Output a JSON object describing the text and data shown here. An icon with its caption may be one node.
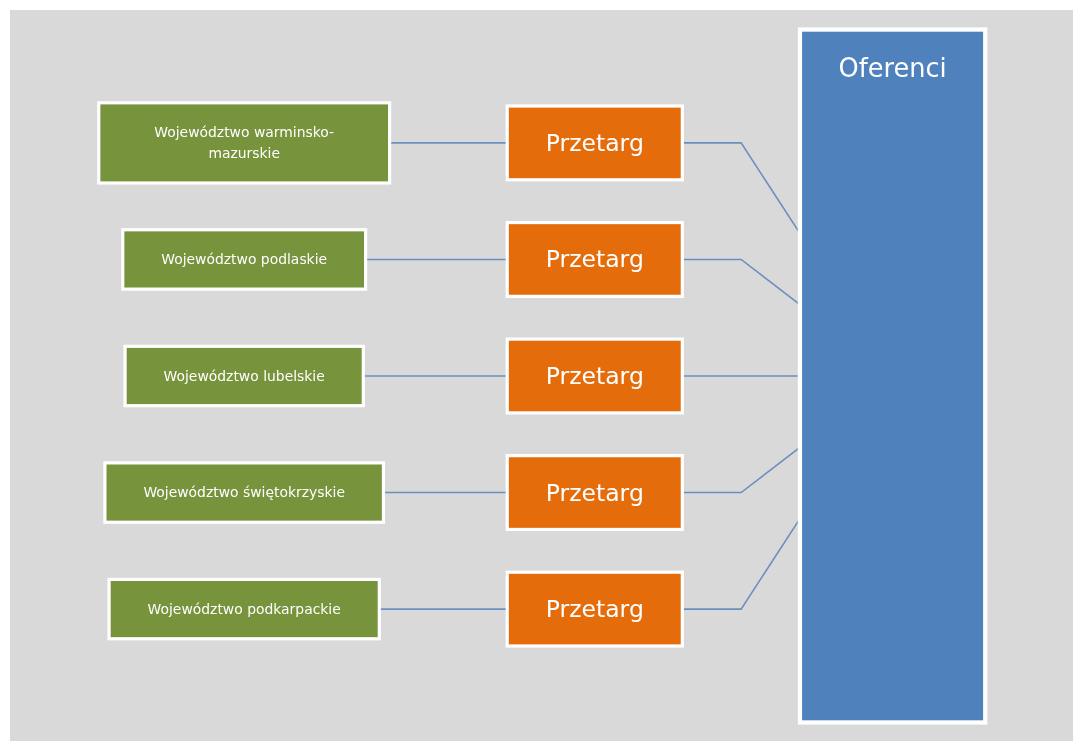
{
  "diagram": {
    "nodes": [
      {
        "text": [
          "Województwo warminsko-mazurskie"
        ]
      },
      {
        "text": [
          "Przetarg"
        ]
      },
      {
        "text": [
          "Oferenci"
        ]
      },
      {
        "text": [
          "Województwo podlaskie"
        ]
      },
      {
        "text": [
          "Przetarg"
        ]
      },
      {
        "text": [
          "Województwo lubelskie"
        ]
      },
      {
        "text": [
          "Przetarg"
        ]
      },
      {
        "text": [
          "Województwo świętokrzyskie"
        ]
      },
      {
        "text": [
          "Przetarg"
        ]
      },
      {
        "text": [
          "Województwo podkarpackie"
        ]
      },
      {
        "text": [
          "Przetarg"
        ]
      }
    ],
    "edges": [
      {
        "from": 0,
        "to": 1,
        "arrow": "none"
      },
      {
        "from": 1,
        "to": 2,
        "arrow": "none"
      },
      {
        "from": 3,
        "to": 4,
        "arrow": "none"
      },
      {
        "from": 4,
        "to": 2,
        "arrow": "none"
      },
      {
        "from": 5,
        "to": 6,
        "arrow": "none"
      },
      {
        "from": 6,
        "to": 2,
        "arrow": "none"
      },
      {
        "from": 7,
        "to": 8,
        "arrow": "none"
      },
      {
        "from": 8,
        "to": 2,
        "arrow": "none"
      },
      {
        "from": 9,
        "to": 10,
        "arrow": "none"
      },
      {
        "from": 10,
        "to": 2,
        "arrow": "none"
      }
    ]
  }
}
